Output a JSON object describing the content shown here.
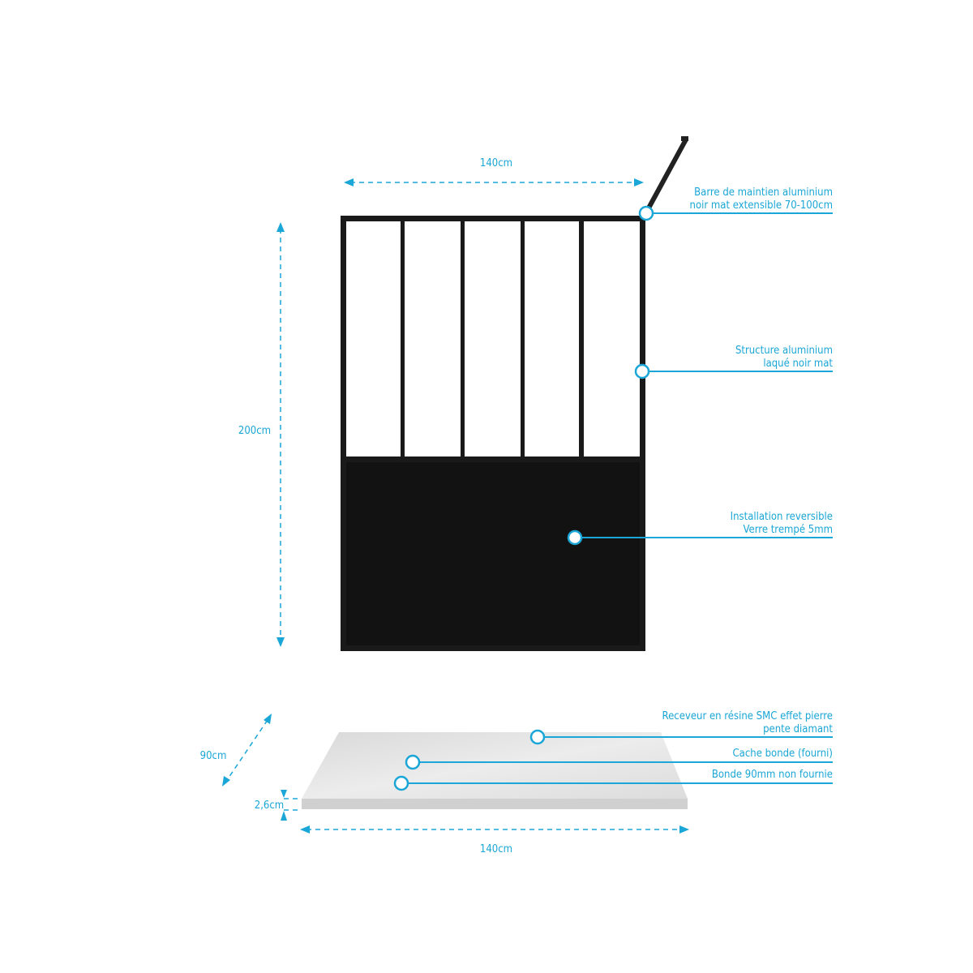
{
  "dimensions": {
    "panel_width": "140cm",
    "panel_height": "200cm",
    "tray_depth": "90cm",
    "tray_thickness": "2,6cm",
    "tray_width": "140cm"
  },
  "callouts": [
    {
      "line1": "Barre de maintien aluminium",
      "line2": "noir mat extensible 70-100cm"
    },
    {
      "line1": "Structure aluminium",
      "line2": "laqué noir mat"
    },
    {
      "line1": "Installation reversible",
      "line2": "Verre trempé 5mm"
    },
    {
      "line1": "Receveur en résine SMC effet pierre",
      "line2": "pente diamant"
    },
    {
      "line1": "Cache bonde (fourni)"
    },
    {
      "line1": "Bonde 90mm non fournie"
    }
  ],
  "colors": {
    "accent": "#1aa6d6",
    "frame": "#1a1a1a",
    "tray": "#e4e4e4"
  }
}
